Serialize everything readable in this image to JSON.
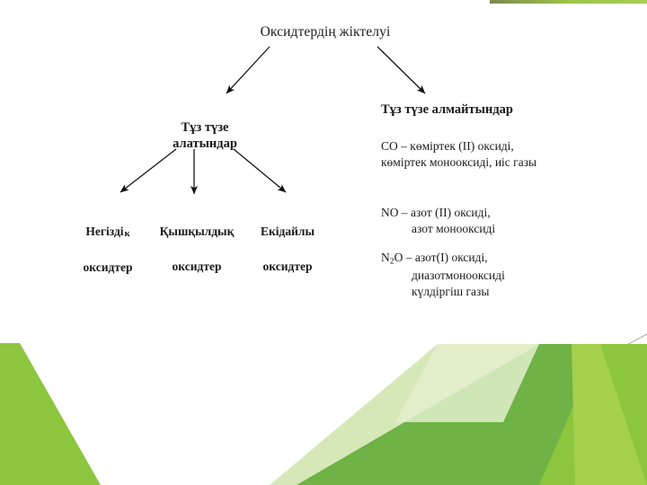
{
  "slide": {
    "title": "Оксидтердің жіктелуі",
    "background_color": "#ffffff",
    "text_color": "#1a1a1a"
  },
  "decoration": {
    "accent_bright": "#8CC63E",
    "accent_mid": "#6FB245",
    "accent_pale": "#D6E8B8",
    "accent_band": "#9EC44A",
    "hairline": "#9a9a8a"
  },
  "diagram": {
    "type": "tree",
    "root": "Оксидтердің жіктелуі",
    "branches": [
      {
        "id": "salt-forming",
        "label_line1": "Тұз түзе",
        "label_line2": "алатындар",
        "children": [
          {
            "line1": "Негізді",
            "line1_tail": "к",
            "line2": "оксидтер"
          },
          {
            "line1": "Қышқылдық",
            "line1_tail": "",
            "line2": "оксидтер"
          },
          {
            "line1": "Екідайлы",
            "line1_tail": "",
            "line2": "оксидтер"
          }
        ]
      },
      {
        "id": "non-salt-forming",
        "label": "Тұз түзе алмайтындар",
        "examples": [
          {
            "id": "co",
            "line1": "CO – көміртек (II) оксиді,",
            "line2": "көміртек монооксиді, иіс газы"
          },
          {
            "id": "no",
            "line1": "NO – азот (II) оксиді,",
            "line2": "азот монооксиді"
          },
          {
            "id": "n2o",
            "formula_prefix": "N",
            "formula_sub": "2",
            "line1_rest": "O – азот(I) оксиді,",
            "line2": "диазотмонооксиді",
            "line3": "күлдіргіш газы"
          }
        ]
      }
    ]
  }
}
